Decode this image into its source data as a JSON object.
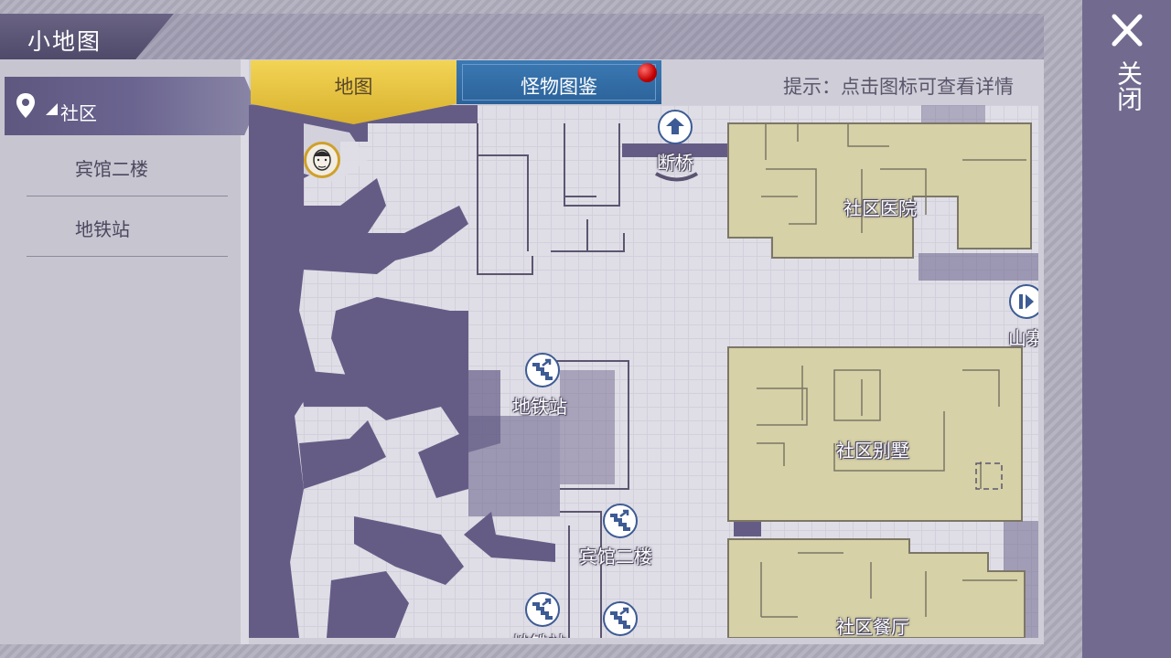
{
  "header": {
    "title": "小地图",
    "close_label": "关闭"
  },
  "sidebar": {
    "active": {
      "label": "社区"
    },
    "items": [
      {
        "label": "宾馆二楼"
      },
      {
        "label": "地铁站"
      }
    ]
  },
  "tabs": [
    {
      "label": "地图",
      "active": true
    },
    {
      "label": "怪物图鉴",
      "has_notification": true
    }
  ],
  "hint": "提示：点击图标可查看详情",
  "map": {
    "locations": [
      {
        "label": "断桥",
        "icon": "up-arrow-icon"
      },
      {
        "label": "社区医院"
      },
      {
        "label": "山寨",
        "icon": "gate-icon"
      },
      {
        "label": "地铁站",
        "icon": "stairs-icon"
      },
      {
        "label": "社区别墅"
      },
      {
        "label": "宾馆二楼",
        "icon": "stairs-icon"
      },
      {
        "label": "地铁站",
        "icon": "stairs-icon"
      },
      {
        "label": "社区餐厅"
      }
    ],
    "player_icon": "player-avatar-icon"
  },
  "colors": {
    "accent_yellow": "#e8c23f",
    "tab_blue": "#336ea8",
    "wall_purple": "#655c86",
    "building_beige": "#d6d1a6"
  }
}
